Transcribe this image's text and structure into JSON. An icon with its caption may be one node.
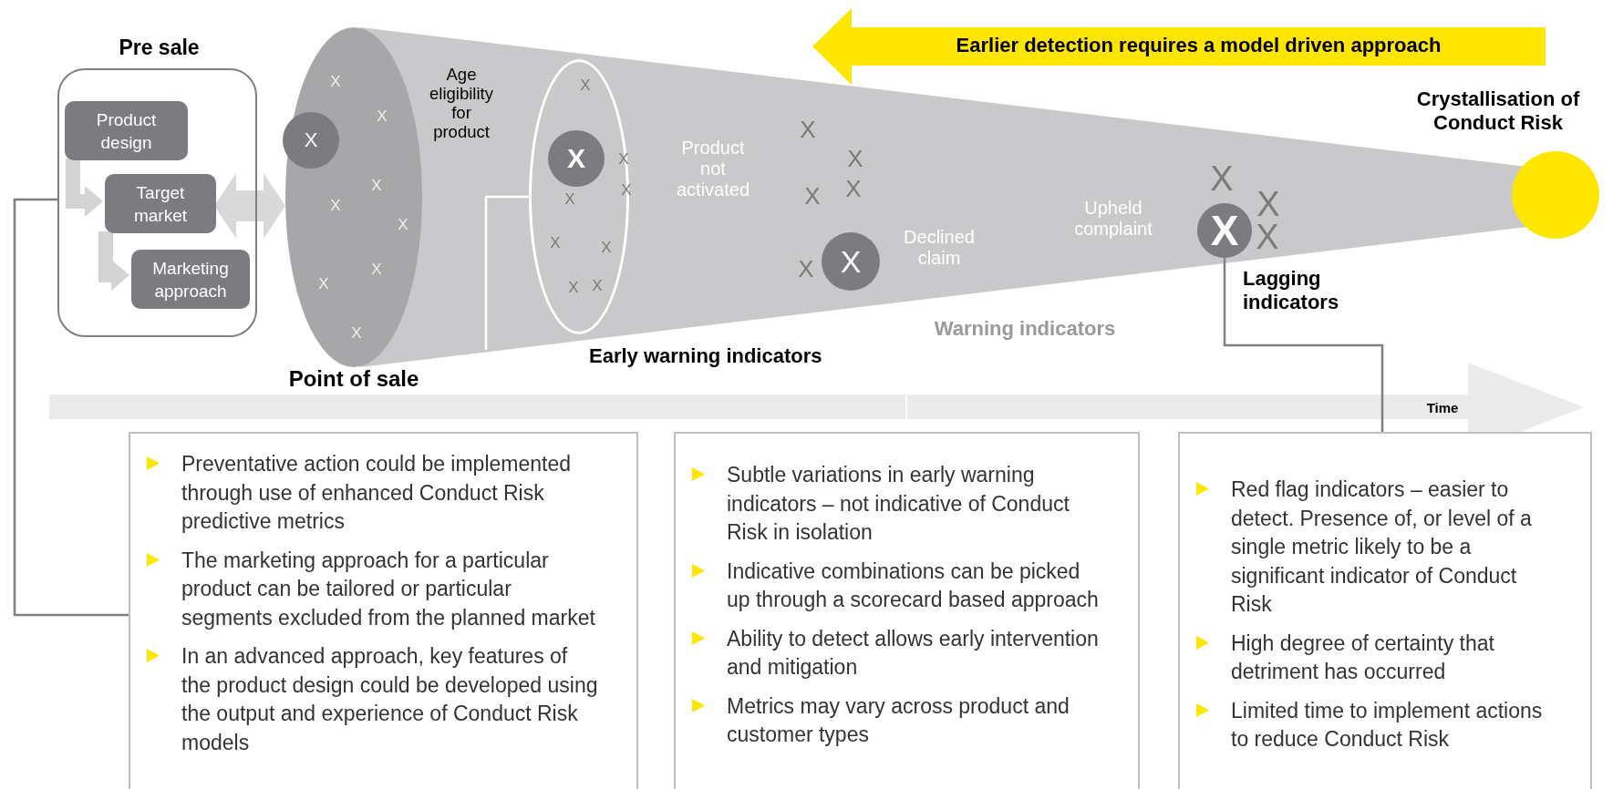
{
  "diagram": {
    "nodes": [
      {
        "text": [
          "Pre sale"
        ]
      },
      {
        "text": [
          "Product design"
        ],
        "in": 0
      },
      {
        "text": [
          "Target market"
        ],
        "in": 0
      },
      {
        "text": [
          "Marketing approach"
        ],
        "in": 0
      },
      {
        "text": [
          "Point of sale"
        ]
      },
      {
        "text": [
          "X"
        ],
        "in": 4
      },
      {
        "text": [
          "Earlier detection requires a model driven approach"
        ]
      },
      {
        "text": [
          "Early warning indicators"
        ]
      },
      {
        "text": [
          "X"
        ],
        "in": 7
      },
      {
        "text": [
          "X"
        ]
      },
      {
        "text": [
          "X"
        ],
        "beside": [
          "Lagging indicators"
        ]
      },
      {
        "text": [
          "Crystallisation of Conduct Risk"
        ]
      },
      {
        "text": [
          "Preventative action could be implemented through use of enhanced Conduct Risk predictive metrics",
          "The marketing approach for a particular product can be tailored or particular segments excluded from the planned market",
          "In an advanced approach, key features of the product design could be developed using the output and experience of Conduct Risk models"
        ]
      },
      {
        "text": [
          "Subtle variations in early warning indicators – not indicative of Conduct Risk in isolation",
          "Indicative combinations can be picked up through a scorecard based approach",
          "Ability to detect allows early intervention and mitigation",
          "Metrics may vary across product and customer types"
        ]
      },
      {
        "text": [
          "Red flag indicators – easier to detect. Presence of, or level of a single metric likely to be a significant indicator of Conduct Risk",
          "High degree of certainty that detriment has occurred",
          "Limited time to implement actions to reduce Conduct Risk"
        ]
      }
    ],
    "edges": [
      {
        "from": 1,
        "to": 2,
        "arrow": "to",
        "style": "thick",
        "color": "#d4d4d4"
      },
      {
        "from": 2,
        "to": 3,
        "arrow": "to",
        "style": "thick",
        "color": "#d4d4d4"
      },
      {
        "from": 2,
        "to": 4,
        "arrow": "both",
        "style": "thick",
        "color": "#d9d9d9"
      },
      {
        "from": 0,
        "to": 12,
        "arrow": "none"
      },
      {
        "from": 7,
        "to": null,
        "arrow": "none",
        "color": "#ffffff"
      },
      {
        "from": 10,
        "to": 14,
        "arrow": "none"
      }
    ],
    "labels": [
      "Age eligibility for product",
      "Product not activated",
      "Upheld complaint",
      "Declined claim",
      "Warning indicators",
      "Time",
      "X",
      "X",
      "X",
      "X",
      "X",
      "X",
      "X",
      "X",
      "X",
      "X",
      "X",
      "X",
      "X",
      "X",
      "X",
      "X",
      "X",
      "X",
      "X",
      "X",
      "X",
      "X",
      "X",
      "X"
    ]
  }
}
